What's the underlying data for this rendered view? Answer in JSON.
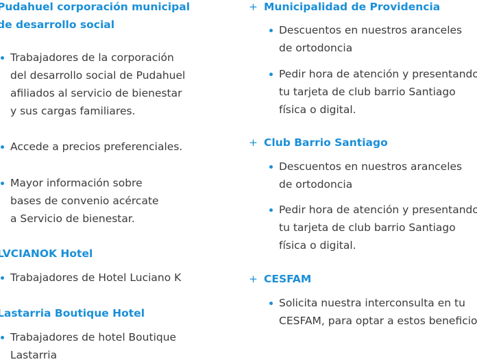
{
  "left": {
    "pudahuel": {
      "title_1": "Pudahuel corporación municipal",
      "title_2": "de desarrollo social",
      "items": [
        [
          "Trabajadores de la corporación",
          "del desarrollo social de Pudahuel",
          "afiliados al servicio de bienestar",
          "y sus cargas familiares."
        ],
        [
          "Accede a precios preferenciales."
        ],
        [
          "Mayor información sobre",
          "bases de convenio acércate",
          "a Servicio de bienestar."
        ]
      ]
    },
    "lucianok": {
      "title": "LVCIANOK Hotel",
      "items": [
        [
          "Trabajadores de Hotel Luciano K"
        ]
      ]
    },
    "lastarria": {
      "title": "Lastarria Boutique Hotel",
      "items": [
        [
          "Trabajadores de hotel Boutique",
          "Lastarria"
        ]
      ]
    }
  },
  "right": {
    "providencia": {
      "plus": "+",
      "title": "Municipalidad de Providencia",
      "items": [
        [
          "Descuentos en nuestros aranceles",
          "de ortodoncia"
        ],
        [
          "Pedir hora de atención y presentando",
          "tu tarjeta de club barrio Santiago",
          "física o digital."
        ]
      ]
    },
    "club_barrio": {
      "plus": "+",
      "title": "Club Barrio Santiago",
      "items": [
        [
          "Descuentos en nuestros aranceles",
          "de ortodoncia"
        ],
        [
          "Pedir hora de atención y presentando",
          "tu tarjeta de club barrio Santiago",
          "física o digital."
        ]
      ]
    },
    "cesfam": {
      "plus": "+",
      "title": "CESFAM",
      "items": [
        [
          "Solicita nuestra interconsulta en tu",
          "CESFAM, para optar a estos beneficios"
        ]
      ]
    }
  },
  "colors": {
    "accent": "#1a8fd8",
    "text": "#3a3a3a"
  }
}
